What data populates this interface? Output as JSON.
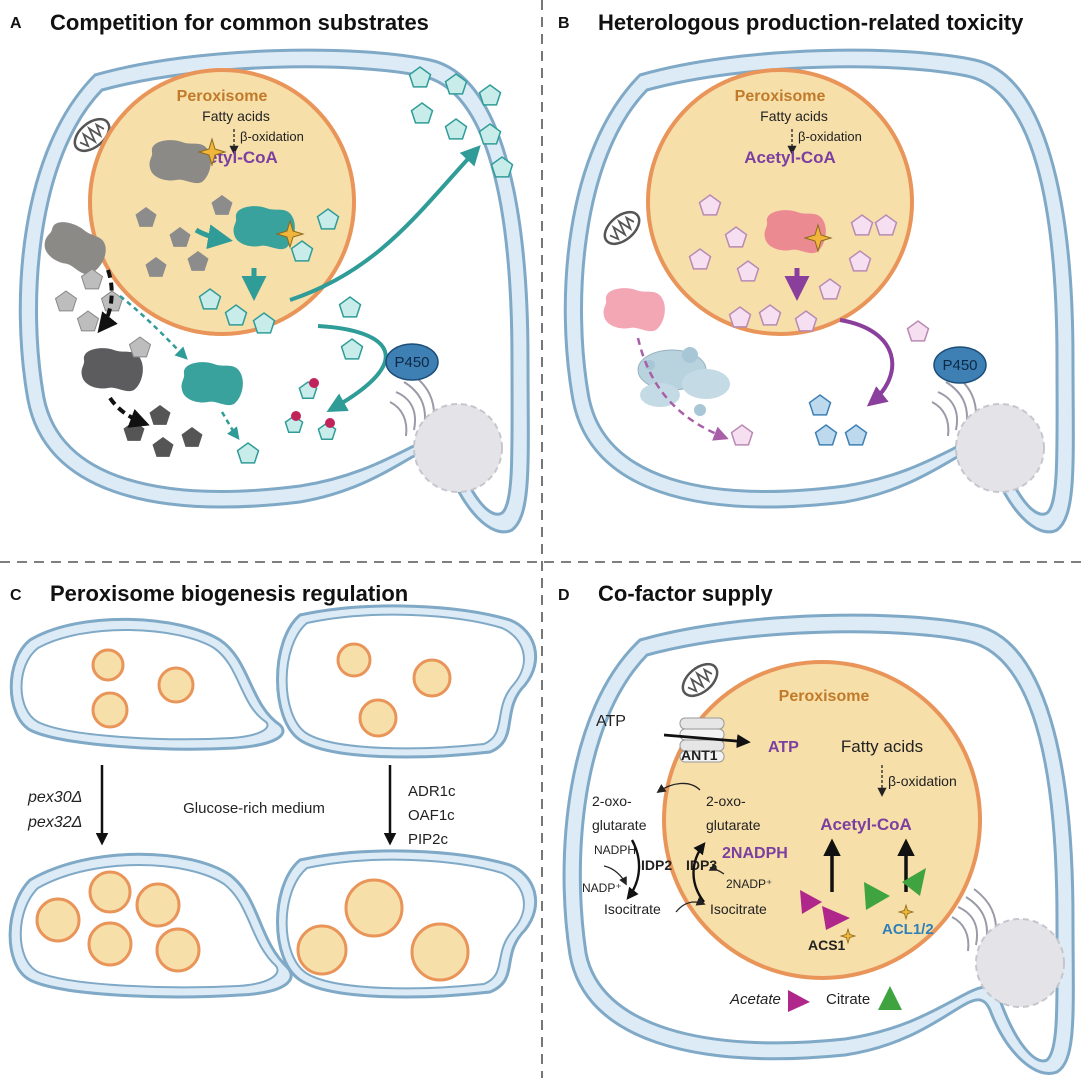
{
  "panels": {
    "a": {
      "letter": "A",
      "title": "Competition for common substrates",
      "peroxisome": "Peroxisome",
      "fatty_acids": "Fatty acids",
      "beta_oxidation": "β-oxidation",
      "acetyl_coa": "Acetyl-CoA",
      "p450": "P450"
    },
    "b": {
      "letter": "B",
      "title": "Heterologous production-related toxicity",
      "peroxisome": "Peroxisome",
      "fatty_acids": "Fatty acids",
      "beta_oxidation": "β-oxidation",
      "acetyl_coa": "Acetyl-CoA",
      "p450": "P450"
    },
    "c": {
      "letter": "C",
      "title": "Peroxisome biogenesis regulation",
      "mutant_1": "pex30Δ",
      "mutant_2": "pex32Δ",
      "medium": "Glucose-rich medium",
      "factor_1": "ADR1c",
      "factor_2": "OAF1c",
      "factor_3": "PIP2c"
    },
    "d": {
      "letter": "D",
      "title": "Co-factor supply",
      "peroxisome": "Peroxisome",
      "atp_out": "ATP",
      "ant1": "ANT1",
      "atp_in": "ATP",
      "fatty_acids": "Fatty acids",
      "beta_oxidation": "β-oxidation",
      "acetyl_coa": "Acetyl-CoA",
      "oxo_out_1": "2-oxo-",
      "oxo_out_2": "glutarate",
      "oxo_in_1": "2-oxo-",
      "oxo_in_2": "glutarate",
      "nadph": "NADPH",
      "nadp": "NADP⁺",
      "idp2": "IDP2",
      "idp3": "IDP3",
      "two_nadph": "2NADPH",
      "two_nadp": "2NADP⁺",
      "isocitrate_out": "Isocitrate",
      "isocitrate_in": "Isocitrate",
      "acs1": "ACS1",
      "acl12": "ACL1/2",
      "acetate": "Acetate",
      "citrate": "Citrate"
    }
  },
  "colors": {
    "membrane": "#b9d6ea",
    "membrane_edge": "#7fa9c6",
    "peroxisome_fill": "#f7dfaa",
    "peroxisome_edge": "#e9955a",
    "teal": "#2f9c98",
    "pale_teal": "#c8ecea",
    "acetyl_purple": "#7b3fa0",
    "pink_pentagon": "#f5dff0",
    "blue_pentagon": "#bcd9ee",
    "acetate_triangle": "#b0278b",
    "citrate_triangle": "#3fa43f"
  }
}
